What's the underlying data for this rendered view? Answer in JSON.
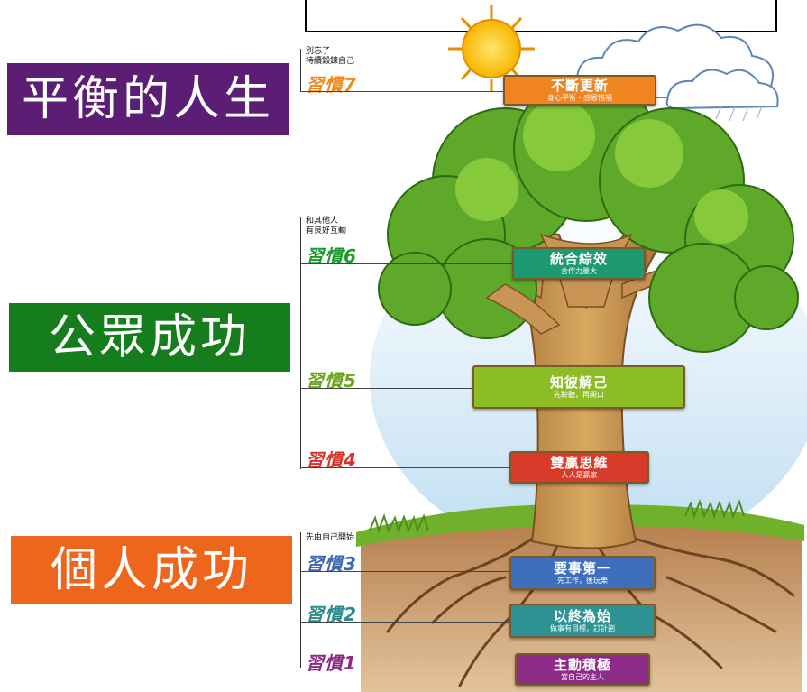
{
  "categories": {
    "balanced": {
      "label": "平衡的人生",
      "color": "#5c1e74"
    },
    "public": {
      "label": "公眾成功",
      "color": "#157d1c"
    },
    "private": {
      "label": "個人成功",
      "color": "#ee661c"
    }
  },
  "notes": {
    "renew": "別忘了\n持續鍛鍊自己",
    "interact": "和其他人\n有良好互動",
    "start": "先由自己開始"
  },
  "habits": [
    {
      "label": "習慣7",
      "color": "#f08a1c",
      "title": "不斷更新",
      "subtitle": "身心平衡・感恩惜福",
      "sign_color": "#ef8421"
    },
    {
      "label": "習慣6",
      "color": "#1c9a2c",
      "title": "統合綜效",
      "subtitle": "合作力量大",
      "sign_color": "#1d9a72"
    },
    {
      "label": "習慣5",
      "color": "#6aa61c",
      "title": "知彼解己",
      "subtitle": "先聆聽，再開口",
      "sign_color": "#8cbd27"
    },
    {
      "label": "習慣4",
      "color": "#d8332a",
      "title": "雙贏思維",
      "subtitle": "人人是贏家",
      "sign_color": "#d93b2a"
    },
    {
      "label": "習慣3",
      "color": "#3a68b2",
      "title": "要事第一",
      "subtitle": "先工作，後玩樂",
      "sign_color": "#3d6fbd"
    },
    {
      "label": "習慣2",
      "color": "#2d8a8a",
      "title": "以終為始",
      "subtitle": "做事有目標，訂計劃",
      "sign_color": "#2e9294"
    },
    {
      "label": "習慣1",
      "color": "#8e2a86",
      "title": "主動積極",
      "subtitle": "當自己的主人",
      "sign_color": "#8d2c88"
    }
  ]
}
